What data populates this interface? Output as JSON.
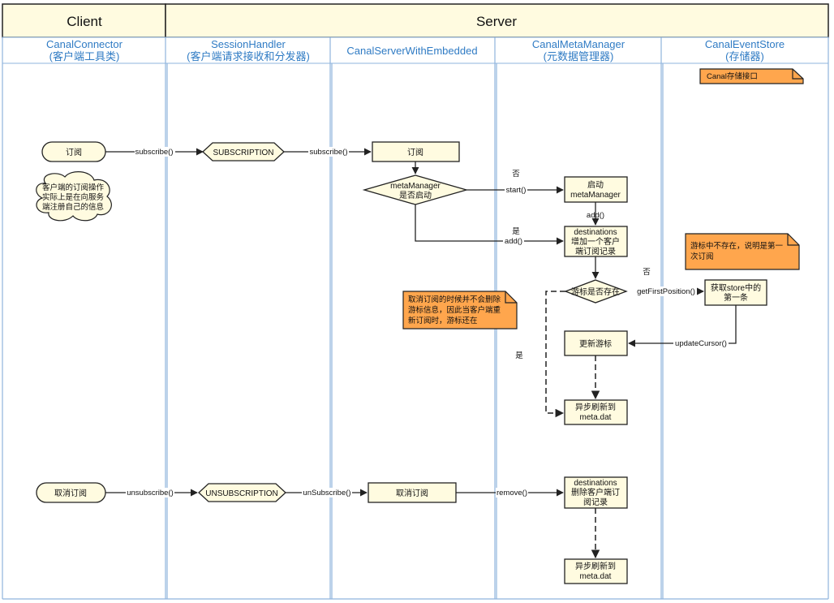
{
  "header": {
    "client": "Client",
    "server": "Server"
  },
  "lanes": {
    "l1": {
      "name": "CanalConnector",
      "sub": "(客户端工具类)"
    },
    "l2": {
      "name": "SessionHandler",
      "sub": "(客户端请求接收和分发器)"
    },
    "l3": {
      "name": "CanalServerWithEmbedded",
      "sub": ""
    },
    "l4": {
      "name": "CanalMetaManager",
      "sub": "(元数据管理器)"
    },
    "l5": {
      "name": "CanalEventStore",
      "sub": "(存储器)"
    }
  },
  "nodes": {
    "subscribe_start": "订阅",
    "subscription_prep": "SUBSCRIPTION",
    "server_subscribe": "订阅",
    "meta_decision": {
      "line1": "metaManager",
      "line2": "是否启动"
    },
    "start_meta": {
      "line1": "启动",
      "line2": "metaManager"
    },
    "add_dest": {
      "line1": "destinations",
      "line2": "增加一个客户",
      "line3": "端订阅记录"
    },
    "cursor_decision": "游标是否存在",
    "get_store": {
      "line1": "获取store中的",
      "line2": "第一条"
    },
    "update_cursor": "更新游标",
    "flush1": {
      "line1": "异步刷新到",
      "line2": "meta.dat"
    },
    "unsubscribe_start": "取消订阅",
    "unsubscription_prep": "UNSUBSCRIPTION",
    "server_unsubscribe": "取消订阅",
    "remove_dest": {
      "line1": "destinations",
      "line2": "删除客户端订",
      "line3": "阅记录"
    },
    "flush2": {
      "line1": "异步刷新到",
      "line2": "meta.dat"
    }
  },
  "notes": {
    "client_cloud": {
      "line1": "客户端的订阅操作",
      "line2": "实际上是在向服务",
      "line3": "端注册自己的信息"
    },
    "store_note": "Canal存储接口",
    "cursor_note": {
      "line1": "游标中不存在，说明是第一",
      "line2": "次订阅"
    },
    "cancel_note": {
      "line1": "取消订阅的时候并不会删除",
      "line2": "游标信息，因此当客户端重",
      "line3": "新订阅时，游标还在"
    }
  },
  "edges": {
    "subscribe1": "subscribe()",
    "subscribe2": "subscribe()",
    "no1": "否",
    "start": "start()",
    "add1": "add()",
    "yes1": "是",
    "add2": "add()",
    "no2": "否",
    "get_first": "getFirstPosition()",
    "update_cursor": "updateCursor()",
    "yes2": "是",
    "unsubscribe1": "unsubscribe()",
    "unsubscribe2": "unSubscribe()",
    "remove": "remove()"
  },
  "colors": {
    "node_fill": "#fffbe0",
    "header_fill": "#fffbe0",
    "note_fill": "#ffa64d",
    "lane_title": "#2f7bc4",
    "lane_border": "#8fb4dd",
    "stroke": "#222222"
  }
}
